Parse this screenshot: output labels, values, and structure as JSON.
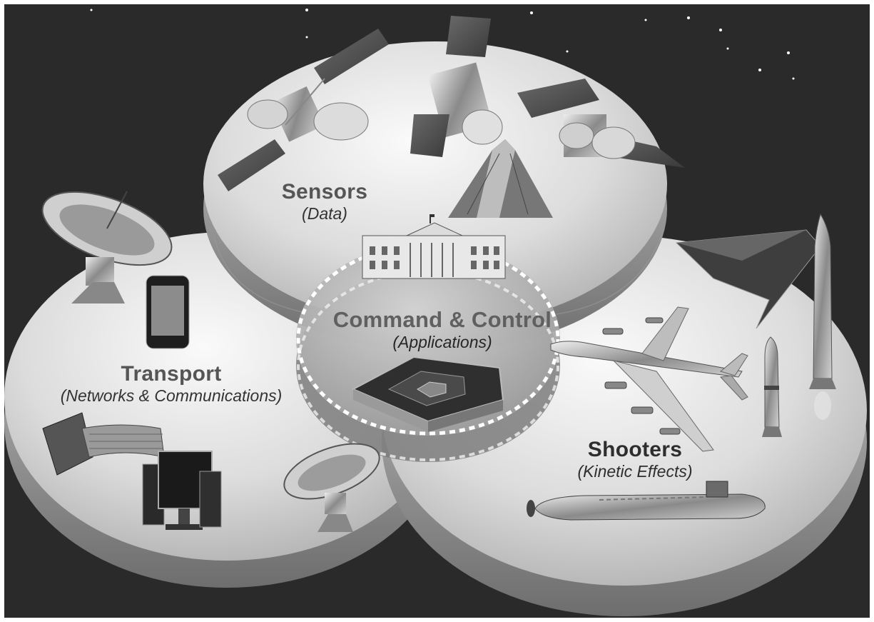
{
  "diagram": {
    "sensors": {
      "title": "Sensors",
      "subtitle": "(Data)"
    },
    "transport": {
      "title": "Transport",
      "subtitle": "(Networks & Communications)"
    },
    "command_control": {
      "title": "Command & Control",
      "subtitle": "(Applications)"
    },
    "shooters": {
      "title": "Shooters",
      "subtitle": "(Kinetic Effects)"
    }
  },
  "style": {
    "background": "#2a2a2a",
    "disc_light": "#f2f2f2",
    "disc_mid": "#c8c8c8",
    "disc_edge": "#8e8e8e",
    "star": "#ffffff"
  },
  "icons": [
    "satellite-icon",
    "satellite-icon",
    "satellite-icon",
    "radar-station-icon",
    "white-house-icon",
    "pentagon-icon",
    "satellite-dish-icon",
    "smartphone-icon",
    "fiber-optic-cable-icon",
    "computer-workstation-icon",
    "satellite-dish-icon",
    "stealth-bomber-icon",
    "missile-icon",
    "missile-icon",
    "jet-aircraft-icon",
    "submarine-icon"
  ]
}
